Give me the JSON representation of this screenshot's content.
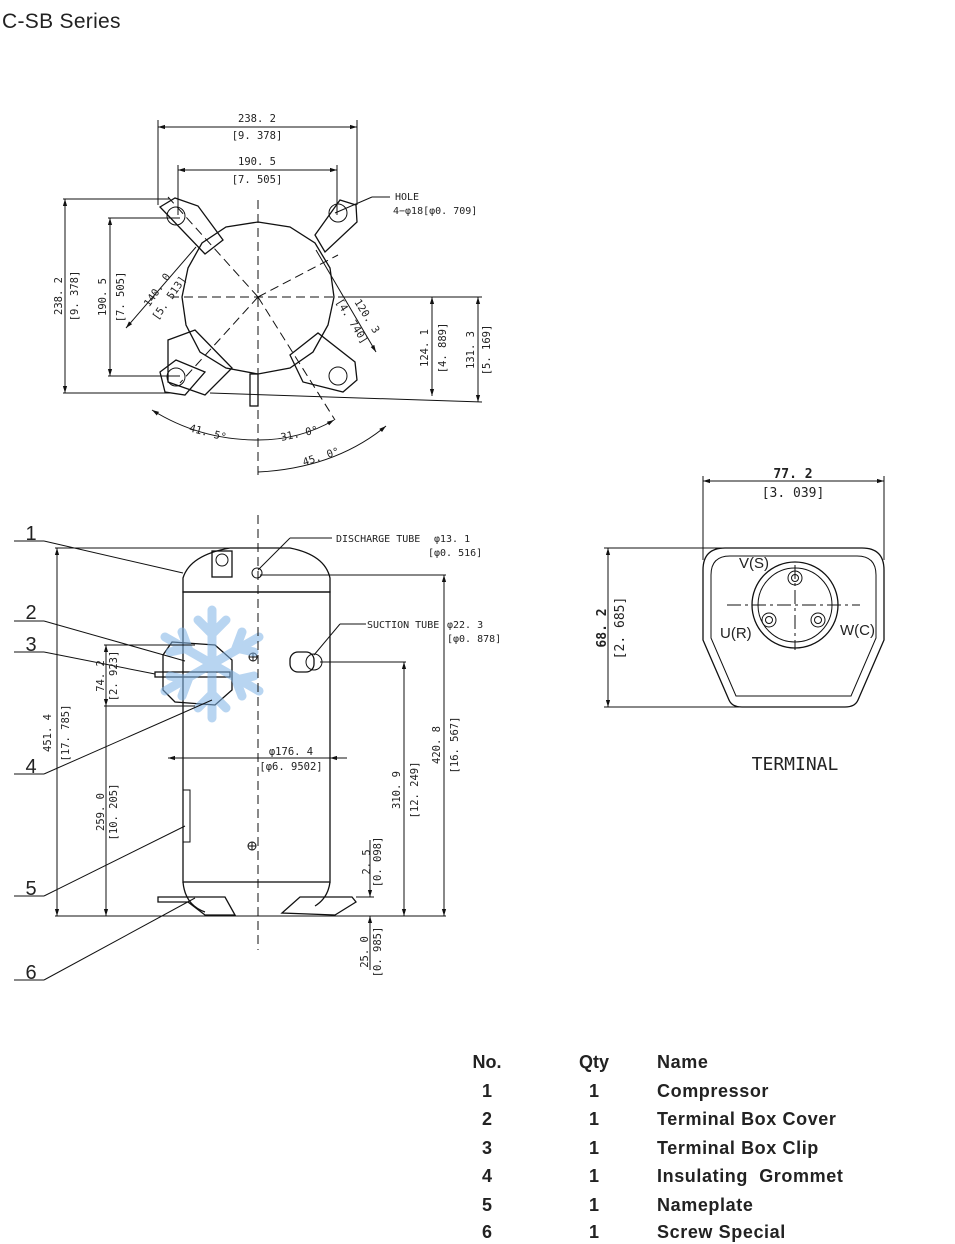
{
  "title": "C-SB  Series",
  "top_view": {
    "width_outer": "238. 2",
    "width_outer_in": "[9. 378]",
    "width_inner": "190. 5",
    "width_inner_in": "[7. 505]",
    "height_outer": "238. 2",
    "height_outer_in": "[9. 378]",
    "height_inner": "190. 5",
    "height_inner_in": "[7. 505]",
    "hole_label": "HOLE",
    "hole_spec": "4−φ18[φ0. 709]",
    "radius_a": "140. 0",
    "radius_a_in": "[5. 513]",
    "radius_b": "120. 3",
    "radius_b_in": "[4. 740]",
    "offset_a": "124. 1",
    "offset_a_in": "[4. 889]",
    "offset_b": "131. 3",
    "offset_b_in": "[5. 169]",
    "angle_a": "41. 5°",
    "angle_b": "31. 0°",
    "angle_c": "45. 0°"
  },
  "side_view": {
    "discharge_label": "DISCHARGE TUBE",
    "discharge_dia": "φ13. 1",
    "discharge_dia_in": "[φ0. 516]",
    "suction_label": "SUCTION TUBE",
    "suction_dia": "φ22. 3",
    "suction_dia_in": "[φ0. 878]",
    "terminal_h": "74. 2",
    "terminal_h_in": "[2. 923]",
    "total_h": "451. 4",
    "total_h_in": "[17. 785]",
    "terminal_base": "259. 0",
    "terminal_base_in": "[10. 205]",
    "shell_dia": "φ176. 4",
    "shell_dia_in": "[φ6. 9502]",
    "suction_h": "310. 9",
    "suction_h_in": "[12. 249]",
    "discharge_h": "420. 8",
    "discharge_h_in": "[16. 567]",
    "foot_gap": "2. 5",
    "foot_gap_in": "[0. 098]",
    "foot_h": "25. 0",
    "foot_h_in": "[0. 985]",
    "callouts": [
      "1",
      "2",
      "3",
      "4",
      "5",
      "6"
    ]
  },
  "terminal": {
    "width": "77. 2",
    "width_in": "[3. 039]",
    "height": "68. 2",
    "height_in": "[2. 685]",
    "pin_v": "V(S)",
    "pin_u": "U(R)",
    "pin_w": "W(C)",
    "title": "TERMINAL"
  },
  "parts_table": {
    "headers": {
      "no": "No.",
      "qty": "Qty",
      "name": "Name"
    },
    "rows": [
      {
        "no": "1",
        "qty": "1",
        "name": "Compressor"
      },
      {
        "no": "2",
        "qty": "1",
        "name": "Terminal Box Cover"
      },
      {
        "no": "3",
        "qty": "1",
        "name": "Terminal Box Clip"
      },
      {
        "no": "4",
        "qty": "1",
        "name": "Insulating  Grommet"
      },
      {
        "no": "5",
        "qty": "1",
        "name": "Nameplate"
      },
      {
        "no": "6",
        "qty": "1",
        "name": "Screw Special"
      }
    ]
  }
}
